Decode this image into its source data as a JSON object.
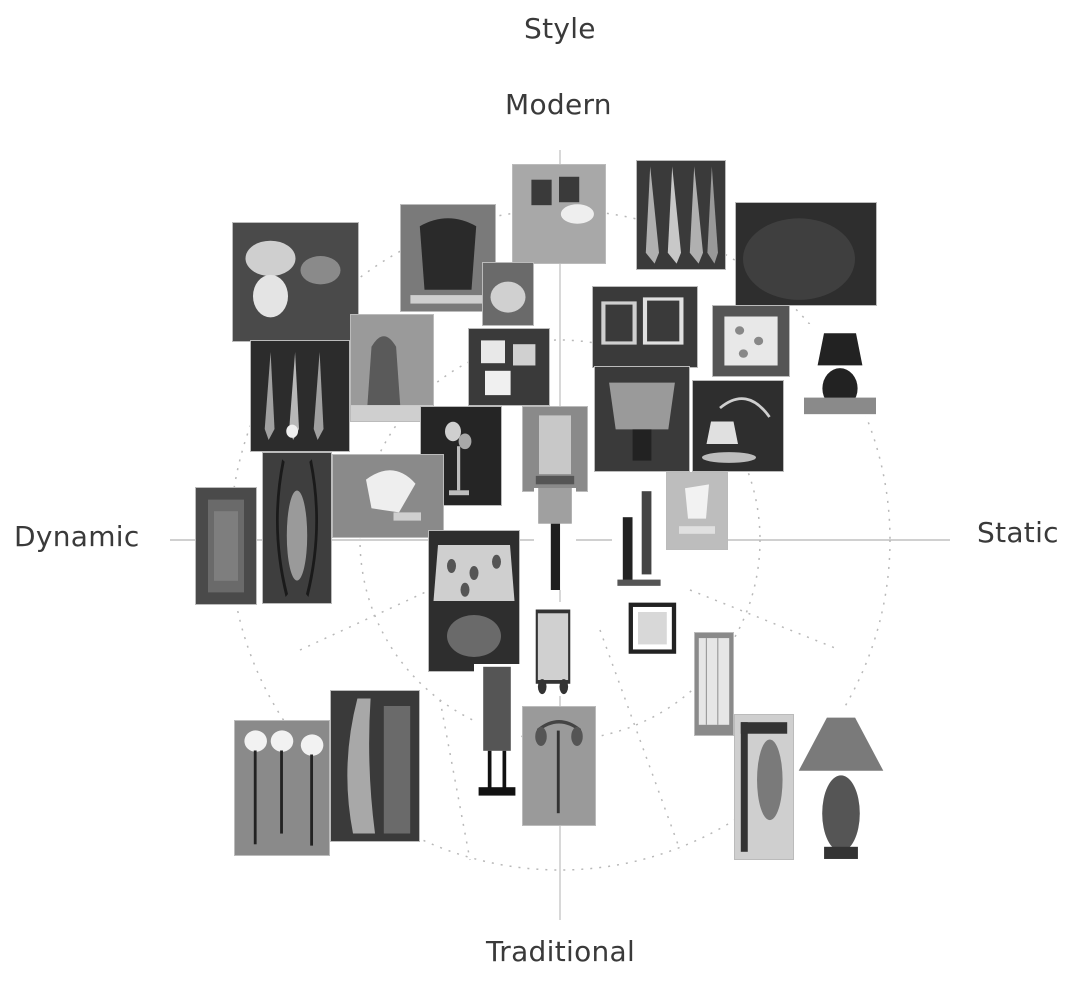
{
  "diagram": {
    "title": "Style",
    "axis_top": "Modern",
    "axis_bottom": "Traditional",
    "axis_left": "Dynamic",
    "axis_right": "Static"
  },
  "colors": {
    "axis_line": "#c8c8c8",
    "ring_dots": "#b0b0b0",
    "label_text": "#3a3a3a"
  }
}
